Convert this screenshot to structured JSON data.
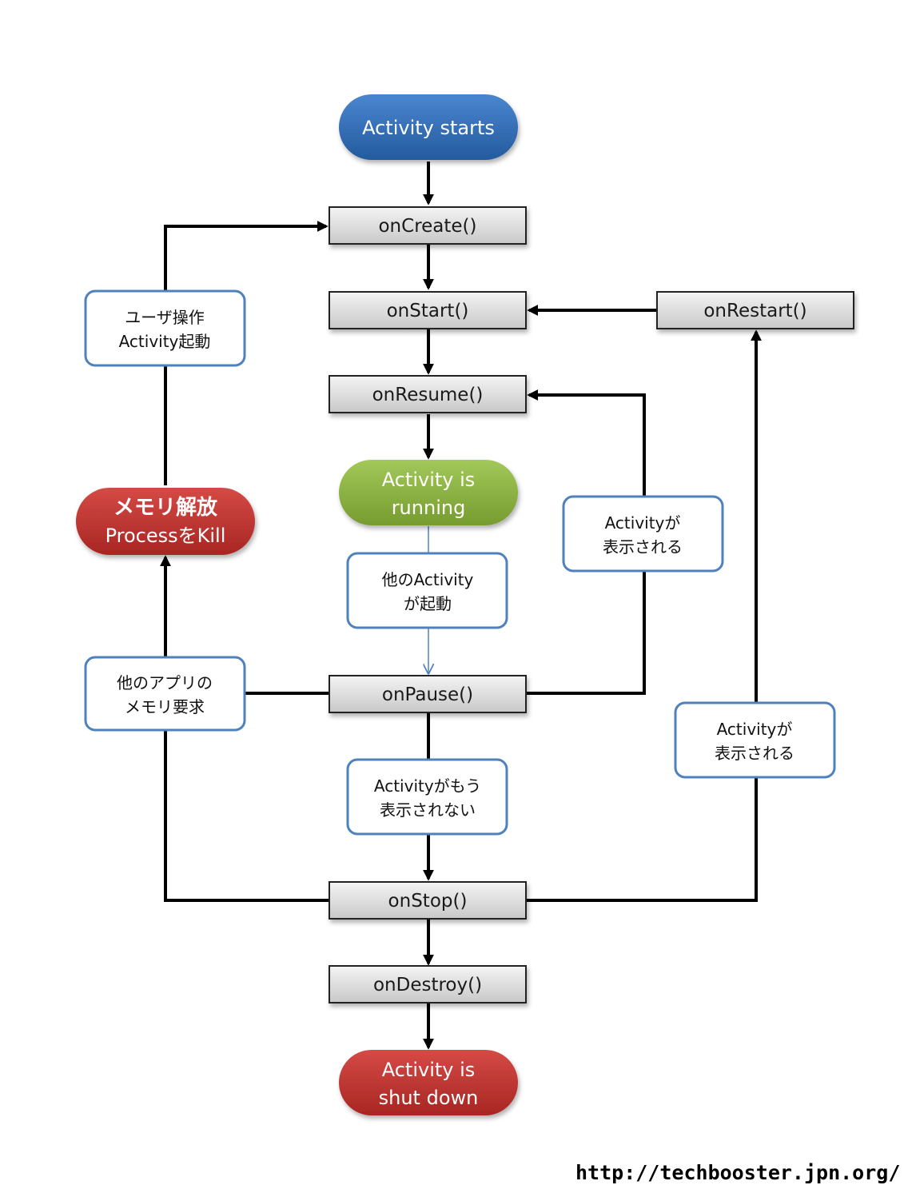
{
  "colors": {
    "start": "#2e6db8",
    "running": "#8ab43c",
    "end": "#c33330",
    "memory": "#c33330",
    "note_border": "#4f81bd",
    "method_fill": "#d9d9d9"
  },
  "nodes": {
    "activity_starts": "Activity starts",
    "on_create": "onCreate()",
    "on_start": "onStart()",
    "on_restart": "onRestart()",
    "on_resume": "onResume()",
    "activity_running": [
      "Activity is",
      "running"
    ],
    "on_pause": "onPause()",
    "on_stop": "onStop()",
    "on_destroy": "onDestroy()",
    "activity_shut_down": [
      "Activity is",
      "shut down"
    ],
    "memory_release": [
      "メモリ解放",
      "ProcessをKill"
    ]
  },
  "notes": {
    "user_launch": [
      "ユーザ操作",
      "Activity起動"
    ],
    "other_activity_starts": [
      "他のActivity",
      "が起動"
    ],
    "activity_visible_resume": [
      "Activityが",
      "表示される"
    ],
    "other_app_memory": [
      "他のアプリの",
      "メモリ要求"
    ],
    "activity_not_visible": [
      "Activityがもう",
      "表示されない"
    ],
    "activity_visible_restart": [
      "Activityが",
      "表示される"
    ]
  },
  "footer": {
    "url": "http://techbooster.jpn.org/"
  }
}
